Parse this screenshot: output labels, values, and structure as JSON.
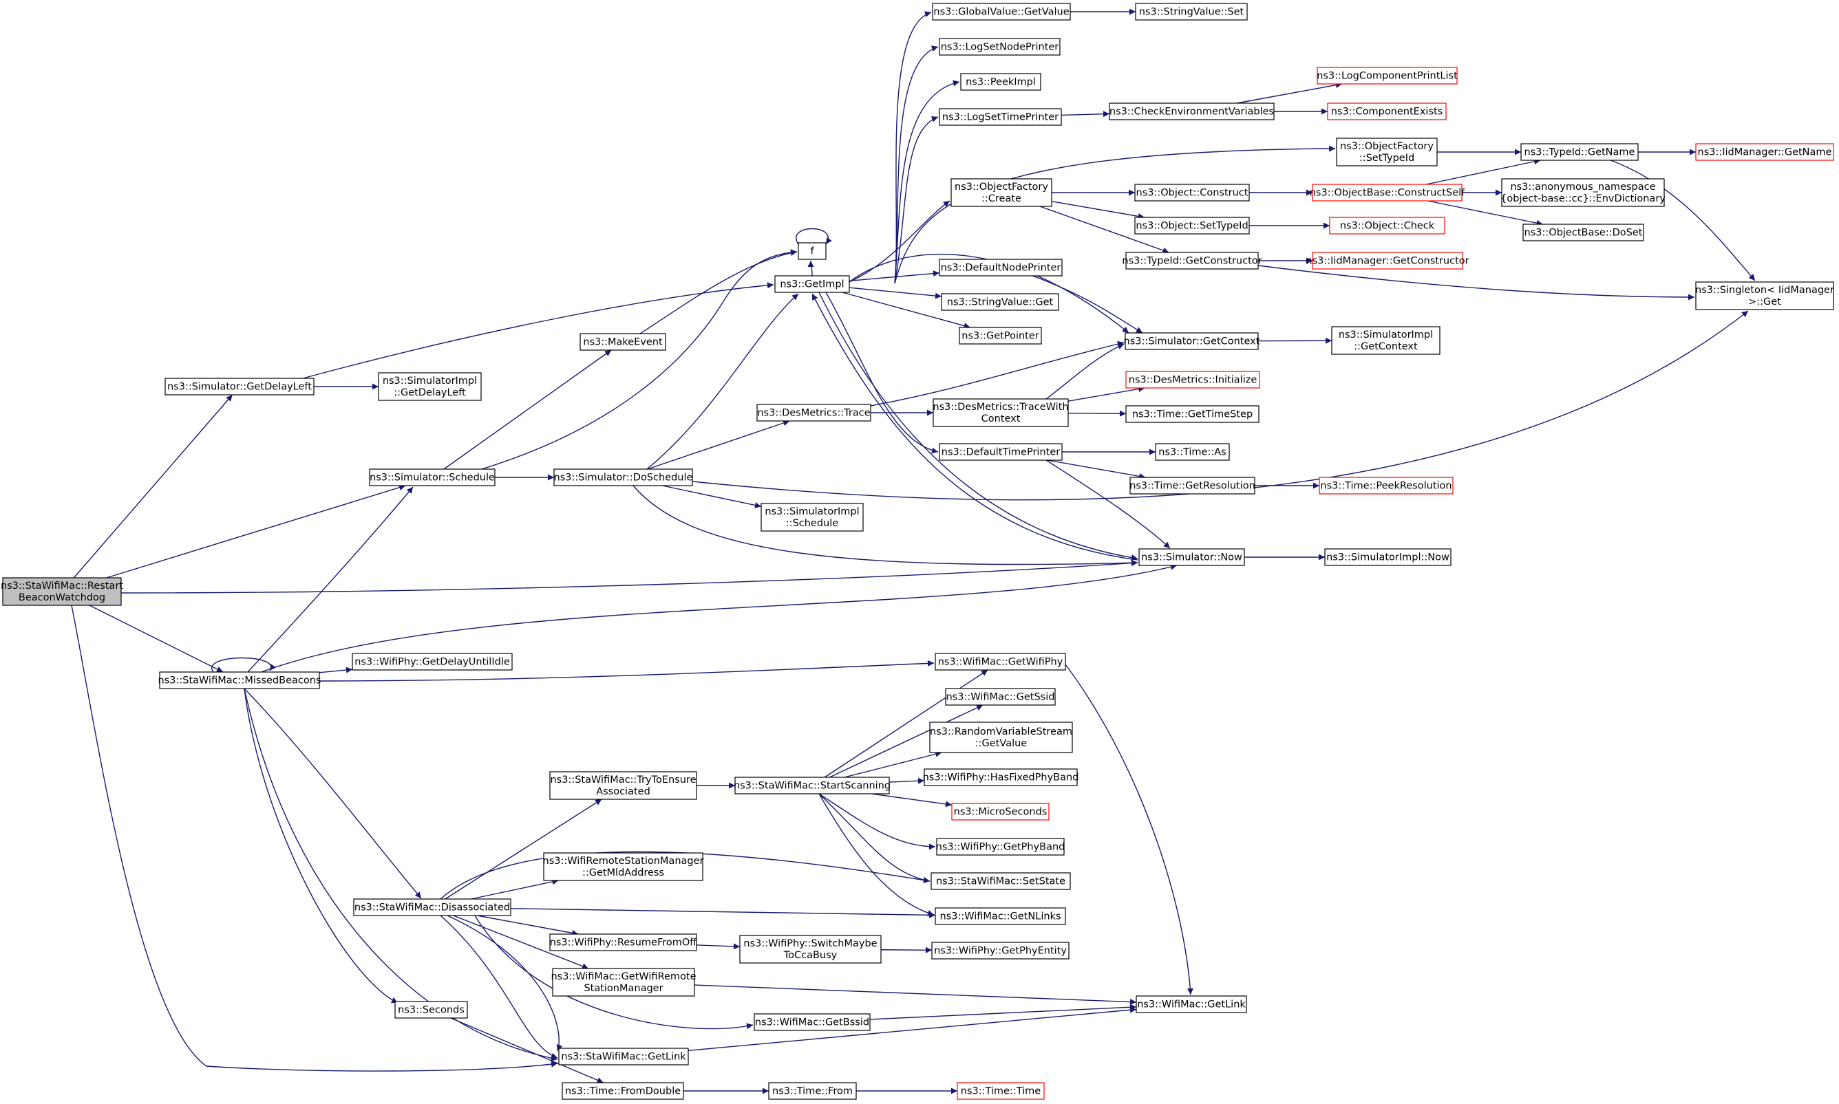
{
  "colors": {
    "edge": "#191970",
    "node_border": "#000000",
    "node_border_undocumented": "#ff0000",
    "root_fill": "#bfbfbf",
    "node_fill": "#ffffff"
  },
  "nodes": [
    {
      "id": "root",
      "lines": [
        "ns3::StaWifiMac::Restart",
        "BeaconWatchdog"
      ],
      "style": "root"
    },
    {
      "id": "getDelayLeft",
      "lines": [
        "ns3::Simulator::GetDelayLeft"
      ]
    },
    {
      "id": "simImplGetDelayLeft",
      "lines": [
        "ns3::SimulatorImpl",
        "::GetDelayLeft"
      ]
    },
    {
      "id": "schedule",
      "lines": [
        "ns3::Simulator::Schedule"
      ]
    },
    {
      "id": "missedBeacons",
      "lines": [
        "ns3::StaWifiMac::MissedBeacons"
      ]
    },
    {
      "id": "makeEvent",
      "lines": [
        "ns3::MakeEvent"
      ]
    },
    {
      "id": "doSchedule",
      "lines": [
        "ns3::Simulator::DoSchedule"
      ]
    },
    {
      "id": "f",
      "lines": [
        "f"
      ]
    },
    {
      "id": "getImpl",
      "lines": [
        "ns3::GetImpl"
      ]
    },
    {
      "id": "desTrace",
      "lines": [
        "ns3::DesMetrics::Trace"
      ]
    },
    {
      "id": "simImplSchedule",
      "lines": [
        "ns3::SimulatorImpl",
        "::Schedule"
      ]
    },
    {
      "id": "globalValueGetValue",
      "lines": [
        "ns3::GlobalValue::GetValue"
      ]
    },
    {
      "id": "stringValueSet",
      "lines": [
        "ns3::StringValue::Set"
      ]
    },
    {
      "id": "logSetNodePrinter",
      "lines": [
        "ns3::LogSetNodePrinter"
      ]
    },
    {
      "id": "peekImpl",
      "lines": [
        "ns3::PeekImpl"
      ]
    },
    {
      "id": "logSetTimePrinter",
      "lines": [
        "ns3::LogSetTimePrinter"
      ]
    },
    {
      "id": "checkEnv",
      "lines": [
        "ns3::CheckEnvironmentVariables"
      ]
    },
    {
      "id": "logComponentPrintList",
      "lines": [
        "ns3::LogComponentPrintList"
      ],
      "style": "red"
    },
    {
      "id": "componentExists",
      "lines": [
        "ns3::ComponentExists"
      ],
      "style": "red"
    },
    {
      "id": "objFactorySetTypeId",
      "lines": [
        "ns3::ObjectFactory",
        "::SetTypeId"
      ]
    },
    {
      "id": "typeIdGetName",
      "lines": [
        "ns3::TypeId::GetName"
      ]
    },
    {
      "id": "iidGetName",
      "lines": [
        "ns3::IidManager::GetName"
      ],
      "style": "red"
    },
    {
      "id": "objFactoryCreate",
      "lines": [
        "ns3::ObjectFactory",
        "::Create"
      ]
    },
    {
      "id": "objectConstruct",
      "lines": [
        "ns3::Object::Construct"
      ]
    },
    {
      "id": "constructSelf",
      "lines": [
        "ns3::ObjectBase::ConstructSelf"
      ],
      "style": "red"
    },
    {
      "id": "envDictionary",
      "lines": [
        "ns3::anonymous_namespace",
        "{object-base::cc}::EnvDictionary"
      ]
    },
    {
      "id": "objectSetTypeId",
      "lines": [
        "ns3::Object::SetTypeId"
      ]
    },
    {
      "id": "objectCheck",
      "lines": [
        "ns3::Object::Check"
      ],
      "style": "red"
    },
    {
      "id": "doSet",
      "lines": [
        "ns3::ObjectBase::DoSet"
      ]
    },
    {
      "id": "typeIdGetConstructor",
      "lines": [
        "ns3::TypeId::GetConstructor"
      ]
    },
    {
      "id": "iidGetConstructor",
      "lines": [
        "ns3::IidManager::GetConstructor"
      ],
      "style": "red"
    },
    {
      "id": "singletonGet",
      "lines": [
        "ns3::Singleton< IidManager",
        ">::Get"
      ]
    },
    {
      "id": "defaultNodePrinter",
      "lines": [
        "ns3::DefaultNodePrinter"
      ]
    },
    {
      "id": "stringValueGet",
      "lines": [
        "ns3::StringValue::Get"
      ]
    },
    {
      "id": "getPointer",
      "lines": [
        "ns3::GetPointer"
      ]
    },
    {
      "id": "simGetContext",
      "lines": [
        "ns3::Simulator::GetContext"
      ]
    },
    {
      "id": "simImplGetContext",
      "lines": [
        "ns3::SimulatorImpl",
        "::GetContext"
      ]
    },
    {
      "id": "desInitialize",
      "lines": [
        "ns3::DesMetrics::Initialize"
      ],
      "style": "red"
    },
    {
      "id": "traceWithContext",
      "lines": [
        "ns3::DesMetrics::TraceWith",
        "Context"
      ]
    },
    {
      "id": "timeGetTimeStep",
      "lines": [
        "ns3::Time::GetTimeStep"
      ]
    },
    {
      "id": "defaultTimePrinter",
      "lines": [
        "ns3::DefaultTimePrinter"
      ]
    },
    {
      "id": "timeAs",
      "lines": [
        "ns3::Time::As"
      ]
    },
    {
      "id": "timeGetResolution",
      "lines": [
        "ns3::Time::GetResolution"
      ]
    },
    {
      "id": "peekResolution",
      "lines": [
        "ns3::Time::PeekResolution"
      ],
      "style": "red"
    },
    {
      "id": "simNow",
      "lines": [
        "ns3::Simulator::Now"
      ]
    },
    {
      "id": "simImplNow",
      "lines": [
        "ns3::SimulatorImpl::Now"
      ]
    },
    {
      "id": "getDelayUntilIdle",
      "lines": [
        "ns3::WifiPhy::GetDelayUntilIdle"
      ]
    },
    {
      "id": "getWifiPhy",
      "lines": [
        "ns3::WifiMac::GetWifiPhy"
      ]
    },
    {
      "id": "getSsid",
      "lines": [
        "ns3::WifiMac::GetSsid"
      ]
    },
    {
      "id": "rvsGetValue",
      "lines": [
        "ns3::RandomVariableStream",
        "::GetValue"
      ]
    },
    {
      "id": "hasFixedPhyBand",
      "lines": [
        "ns3::WifiPhy::HasFixedPhyBand"
      ]
    },
    {
      "id": "microSeconds",
      "lines": [
        "ns3::MicroSeconds"
      ],
      "style": "red"
    },
    {
      "id": "getPhyBand",
      "lines": [
        "ns3::WifiPhy::GetPhyBand"
      ]
    },
    {
      "id": "setState",
      "lines": [
        "ns3::StaWifiMac::SetState"
      ]
    },
    {
      "id": "getNLinks",
      "lines": [
        "ns3::WifiMac::GetNLinks"
      ]
    },
    {
      "id": "getPhyEntity",
      "lines": [
        "ns3::WifiPhy::GetPhyEntity"
      ]
    },
    {
      "id": "tryToEnsure",
      "lines": [
        "ns3::StaWifiMac::TryToEnsure",
        "Associated"
      ]
    },
    {
      "id": "startScanning",
      "lines": [
        "ns3::StaWifiMac::StartScanning"
      ]
    },
    {
      "id": "getMldAddress",
      "lines": [
        "ns3::WifiRemoteStationManager",
        "::GetMldAddress"
      ]
    },
    {
      "id": "disassociated",
      "lines": [
        "ns3::StaWifiMac::Disassociated"
      ]
    },
    {
      "id": "resumeFromOff",
      "lines": [
        "ns3::WifiPhy::ResumeFromOff"
      ]
    },
    {
      "id": "switchMaybe",
      "lines": [
        "ns3::WifiPhy::SwitchMaybe",
        "ToCcaBusy"
      ]
    },
    {
      "id": "getRemoteMgr",
      "lines": [
        "ns3::WifiMac::GetWifiRemote",
        "StationManager"
      ]
    },
    {
      "id": "wifiMacGetLink",
      "lines": [
        "ns3::WifiMac::GetLink"
      ]
    },
    {
      "id": "getBssid",
      "lines": [
        "ns3::WifiMac::GetBssid"
      ]
    },
    {
      "id": "seconds",
      "lines": [
        "ns3::Seconds"
      ]
    },
    {
      "id": "staGetLink",
      "lines": [
        "ns3::StaWifiMac::GetLink"
      ]
    },
    {
      "id": "fromDouble",
      "lines": [
        "ns3::Time::FromDouble"
      ]
    },
    {
      "id": "timeFrom",
      "lines": [
        "ns3::Time::From"
      ]
    },
    {
      "id": "timeTime",
      "lines": [
        "ns3::Time::Time"
      ],
      "style": "red"
    }
  ]
}
